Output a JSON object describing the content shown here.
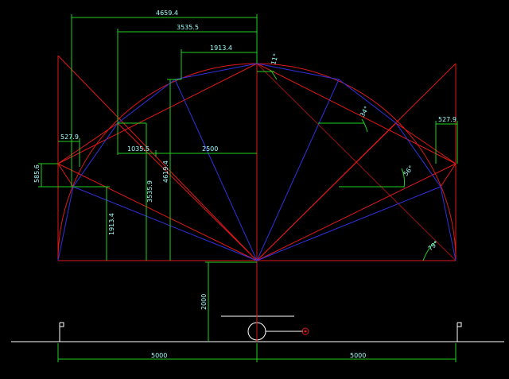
{
  "colors": {
    "background": "#000000",
    "structure_red": "#e01818",
    "member_blue": "#3030e0",
    "dimension_green": "#20d020",
    "label_cyan": "#a0ffff",
    "base_white": "#ffffff"
  },
  "dimensions": {
    "top_4659": "4659.4",
    "top_3535": "3535.5",
    "top_1913": "1913.4",
    "left_527": "527.9",
    "right_527": "527.9",
    "h_1035": "1035.5",
    "h_2500": "2500",
    "v_585": "585.6",
    "v_1913": "1913.4",
    "v_3535": "3535.9",
    "v_4619": "4619.4",
    "v_2000": "2000",
    "bottom_left_5000": "5000",
    "bottom_right_5000": "5000"
  },
  "angles": {
    "a11": "11°",
    "a34": "34°",
    "a56": "56°",
    "a79": "79°"
  }
}
